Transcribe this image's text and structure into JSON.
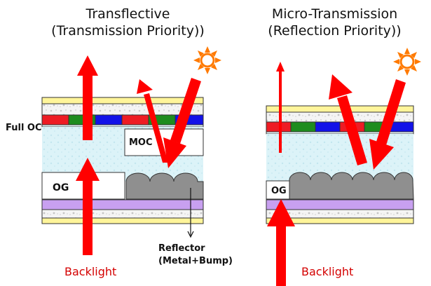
{
  "left": {
    "title_line1": "Transflective",
    "title_line2": "(Transmission Priority))",
    "label_full_oc": "Full OC",
    "label_moc": "MOC",
    "label_og": "OG",
    "label_reflector_line1": "Reflector",
    "label_reflector_line2": "(Metal+Bump)",
    "label_backlight": "Backlight"
  },
  "right": {
    "title_line1": "Micro-Transmission",
    "title_line2": "(Reflection Priority))",
    "label_og": "OG",
    "label_backlight": "Backlight"
  },
  "colors": {
    "yellow_layer": "#fff59a",
    "liquid_crystal": "#dcf3f8",
    "purple_layer": "#c8a0f0",
    "reflector_metal": "#8f8f8f",
    "color_filter_red": "#ee1c24",
    "color_filter_green": "#1e8c1e",
    "color_filter_blue": "#1212e8",
    "arrow_red": "#ff0000",
    "sun_orange": "#ff7a00"
  },
  "icons": [
    "sun-icon"
  ]
}
